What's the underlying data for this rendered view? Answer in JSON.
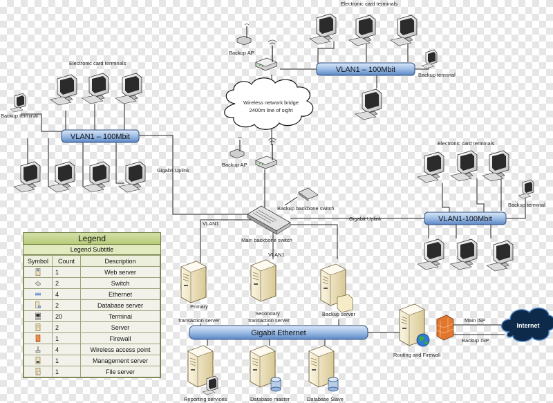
{
  "labels": {
    "ect_top_right": "Electronic card terminals",
    "ect_top_left": "Electronic card terminals",
    "ect_right": "Electronic card terminals",
    "backup_ap_top": "Backup AP",
    "backup_ap_mid": "Backup AP",
    "backup_terminal_right_top": "Backup terminal",
    "backup_terminal_left": "Backup terminal",
    "backup_terminal_right": "Backup terminal",
    "cloud_line1": "Wireless network bridge",
    "cloud_line2": "2400m line of sight",
    "gigabit_uplink_left": "Gigabit Uplink",
    "gigabit_uplink_right": "Gigabit Uplink",
    "backup_backbone_switch": "Backup backbone switch",
    "main_backbone_switch": "Main backbone switch",
    "vlan1_small_left": "VLAN1",
    "vlan1_small_center": "VLAN1",
    "primary_line1": "Primary",
    "primary_line2": "transaction server",
    "secondary_line1": "Secondary",
    "secondary_line2": "transaction server",
    "backup_server": "Backup server",
    "routing_firewall": "Routing and Firewall",
    "main_isp": "Main ISP",
    "backup_isp": "Backup ISP",
    "internet": "Internet",
    "reporting_services": "Reporting services",
    "database_master": "Database master",
    "database_slave": "Database Slave"
  },
  "vlans": {
    "top": "VLAN1 – 100Mbit",
    "left": "VLAN1 – 100Mbit",
    "right": "VLAN1-100Mbit"
  },
  "gigabit_ethernet": "Gigabit Ethernet",
  "legend": {
    "title": "Legend",
    "subtitle": "Legend Subtitle",
    "headers": [
      "Symbol",
      "Count",
      "Description"
    ],
    "rows": [
      {
        "count": "1",
        "description": "Web server",
        "icon": "web-server-icon"
      },
      {
        "count": "2",
        "description": "Switch",
        "icon": "switch-icon"
      },
      {
        "count": "4",
        "description": "Ethernet",
        "icon": "ethernet-icon"
      },
      {
        "count": "2",
        "description": "Database server",
        "icon": "database-server-icon"
      },
      {
        "count": "20",
        "description": "Terminal",
        "icon": "terminal-icon"
      },
      {
        "count": "2",
        "description": "Server",
        "icon": "server-icon"
      },
      {
        "count": "1",
        "description": "Firewall",
        "icon": "firewall-icon"
      },
      {
        "count": "4",
        "description": "Wireless access point",
        "icon": "wireless-access-point-icon"
      },
      {
        "count": "1",
        "description": "Management server",
        "icon": "management-server-icon"
      },
      {
        "count": "1",
        "description": "File server",
        "icon": "file-server-icon"
      }
    ]
  },
  "colors": {
    "vlan_bar": "#9dbde6",
    "vlan_bar_dark": "#5b87c4",
    "server_body": "#efe3bf",
    "monitor_body": "#e8e8e8",
    "internet_cloud": "#0d2a4a",
    "firewall": "#e2762c",
    "legend_header": "#c6d68f"
  }
}
